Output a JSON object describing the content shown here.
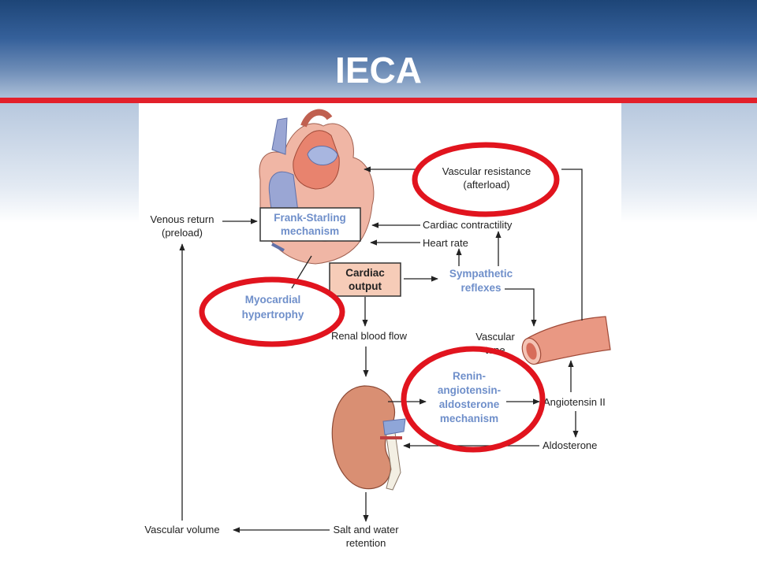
{
  "slide": {
    "title": "IECA"
  },
  "colors": {
    "header": "#2d5a94",
    "rule": "#e2202b",
    "circle": "#e1141e",
    "blue_text": "#6f8fca"
  },
  "diagram": {
    "frank_starling": [
      "Frank-Starling",
      "mechanism"
    ],
    "venous_return": [
      "Venous return",
      "(preload)"
    ],
    "vascular_resistance": [
      "Vascular resistance",
      "(afterload)"
    ],
    "cardiac_contractility": "Cardiac contractility",
    "heart_rate": "Heart rate",
    "cardiac_output": [
      "Cardiac",
      "output"
    ],
    "sympathetic": [
      "Sympathetic",
      "reflexes"
    ],
    "myocardial": [
      "Myocardial",
      "hypertrophy"
    ],
    "renal_blood_flow": "Renal blood flow",
    "vascular_tone": [
      "Vascular",
      "tone"
    ],
    "raas": [
      "Renin-",
      "angiotensin-",
      "aldosterone",
      "mechanism"
    ],
    "angiotensin": "Angiotensin II",
    "aldosterone": "Aldosterone",
    "vascular_volume": "Vascular volume",
    "salt_water": [
      "Salt and water",
      "retention"
    ]
  }
}
